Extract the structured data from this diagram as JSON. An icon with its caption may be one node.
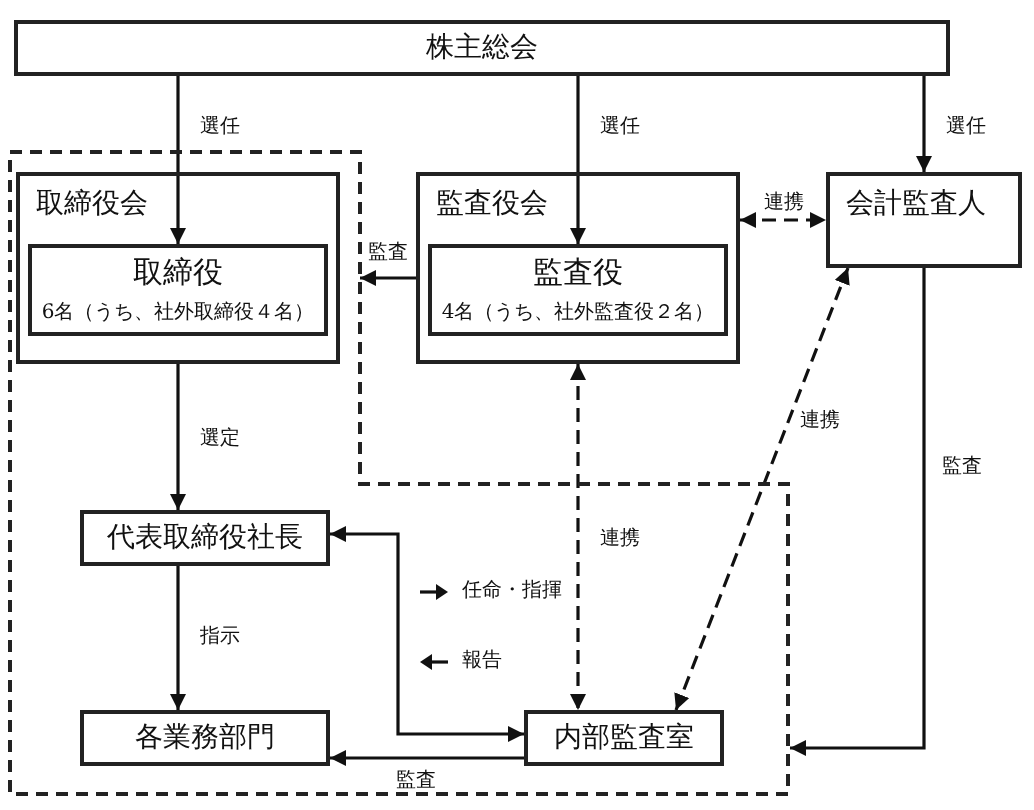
{
  "diagram": {
    "nodes": [
      {
        "text": [
          "株主総会"
        ]
      },
      {
        "text": [],
        "shape": "polygon"
      },
      {
        "text": [
          "取締役会"
        ],
        "in": 1
      },
      {
        "text": [
          "取締役",
          "6名（うち、社外取締役４名）"
        ],
        "in": 2
      },
      {
        "text": [
          "監査役会"
        ]
      },
      {
        "text": [
          "監査役",
          "4名（うち、社外監査役２名）"
        ],
        "in": 4
      },
      {
        "text": [
          "会計監査人"
        ]
      },
      {
        "text": [
          "代表取締役社長"
        ],
        "in": 1
      },
      {
        "text": [
          "各業務部門"
        ],
        "in": 1
      },
      {
        "text": [
          "内部監査室"
        ],
        "in": 1
      }
    ],
    "edges": [
      {
        "from": 0,
        "to": 3,
        "arrow": "to",
        "label": "選任"
      },
      {
        "from": 0,
        "to": 5,
        "arrow": "to",
        "label": "選任"
      },
      {
        "from": 0,
        "to": 6,
        "arrow": "to",
        "label": "選任"
      },
      {
        "from": 4,
        "to": 1,
        "arrow": "to",
        "label": "監査"
      },
      {
        "from": 4,
        "to": 6,
        "arrow": "both",
        "label": "連携",
        "style": "dashed"
      },
      {
        "from": 2,
        "to": 7,
        "arrow": "to",
        "label": "選定"
      },
      {
        "from": 7,
        "to": 8,
        "arrow": "to",
        "label": "指示"
      },
      {
        "from": 7,
        "to": 9,
        "arrow": "both"
      },
      {
        "from": 9,
        "to": 8,
        "arrow": "to",
        "label": "監査"
      },
      {
        "from": 4,
        "to": 9,
        "arrow": "both",
        "label": "連携",
        "style": "dashed"
      },
      {
        "from": 9,
        "to": 6,
        "arrow": "both",
        "label": "連携",
        "style": "dashed"
      },
      {
        "from": 6,
        "to": 1,
        "arrow": "to",
        "label": "監査"
      }
    ],
    "legend": [
      {
        "text": "任命・指揮"
      },
      {
        "text": "報告"
      }
    ]
  }
}
